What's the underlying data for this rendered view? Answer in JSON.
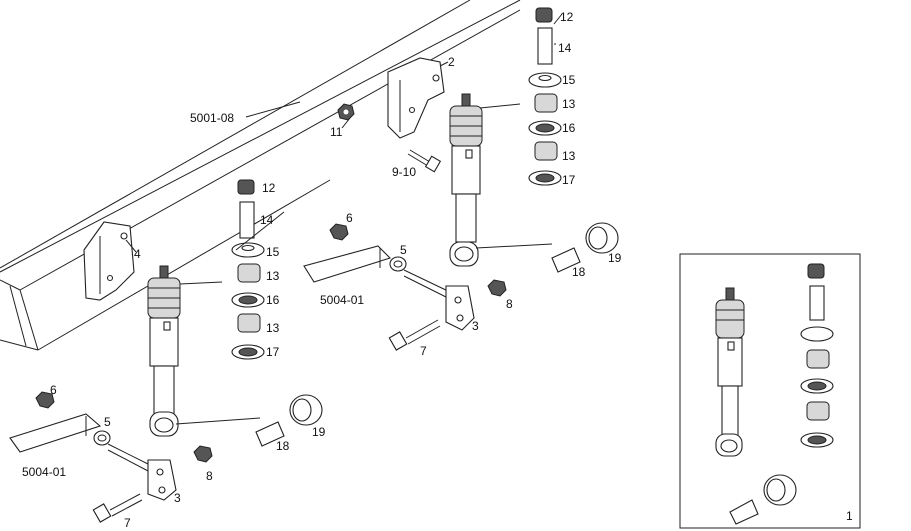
{
  "labels": {
    "frame": "5001-08",
    "bracket_top": "2",
    "bracket_left": "4",
    "nut_11": "11",
    "bolt_9_10": "9-10",
    "top_12": "12",
    "top_14": "14",
    "top_15": "15",
    "top_13a": "13",
    "top_16": "16",
    "top_13b": "13",
    "top_17": "17",
    "left_12": "12",
    "left_14": "14",
    "left_15": "15",
    "left_13a": "13",
    "left_16": "16",
    "left_13b": "13",
    "left_17": "17",
    "mid_6": "6",
    "mid_5": "5",
    "mid_plate": "5004-01",
    "mid_8": "8",
    "mid_3": "3",
    "mid_7": "7",
    "mid_18": "18",
    "mid_19": "19",
    "low_6": "6",
    "low_5": "5",
    "low_plate": "5004-01",
    "low_8": "8",
    "low_3": "3",
    "low_7": "7",
    "low_18": "18",
    "low_19": "19",
    "kit": "1"
  }
}
